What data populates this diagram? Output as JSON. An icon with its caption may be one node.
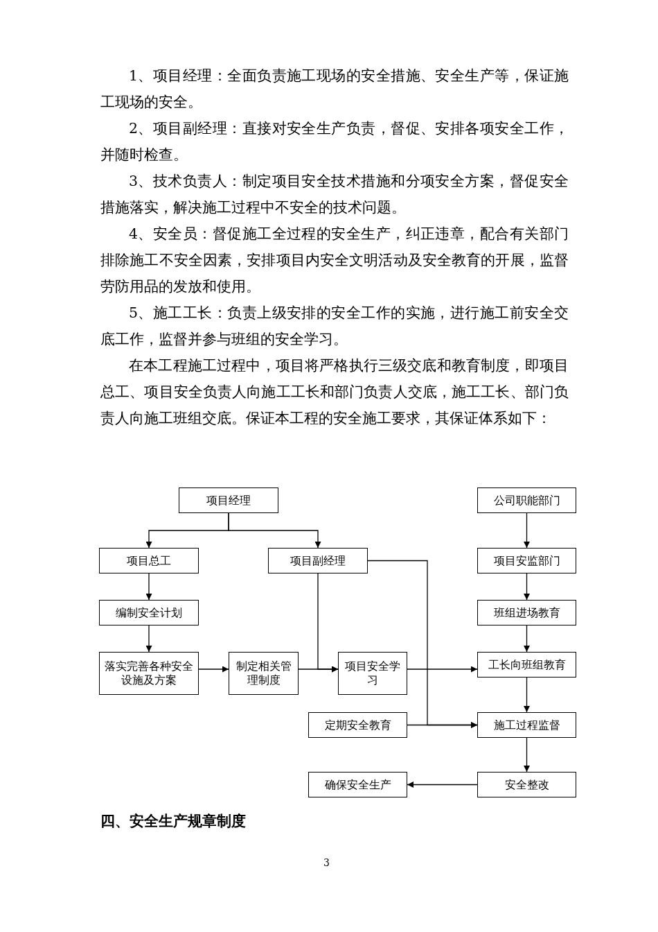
{
  "diagram": {
    "nodes": [
      {
        "text": [
          "项目经理"
        ]
      },
      {
        "text": [
          "公司职能部门"
        ]
      },
      {
        "text": [
          "项目总工"
        ]
      },
      {
        "text": [
          "项目副经理"
        ]
      },
      {
        "text": [
          "项目安监部门"
        ]
      },
      {
        "text": [
          "编制安全计划"
        ]
      },
      {
        "text": [
          "班组进场教育"
        ]
      },
      {
        "text": [
          "落实完善各种安全设施及方案"
        ]
      },
      {
        "text": [
          "制定相关管理制度"
        ]
      },
      {
        "text": [
          "项目安全学习"
        ]
      },
      {
        "text": [
          "工长向班组教育"
        ]
      },
      {
        "text": [
          "定期安全教育"
        ]
      },
      {
        "text": [
          "施工过程监督"
        ]
      },
      {
        "text": [
          "确保安全生产"
        ]
      },
      {
        "text": [
          "安全整改"
        ]
      }
    ],
    "edges": [
      {
        "from": 0,
        "to": 2,
        "arrow": "to"
      },
      {
        "from": 0,
        "to": 3,
        "arrow": "to"
      },
      {
        "from": 1,
        "to": 4,
        "arrow": "to"
      },
      {
        "from": 2,
        "to": 5,
        "arrow": "to"
      },
      {
        "from": 5,
        "to": 7,
        "arrow": "to"
      },
      {
        "from": 7,
        "to": 8,
        "arrow": "to"
      },
      {
        "from": 8,
        "to": 9,
        "arrow": "to"
      },
      {
        "from": 3,
        "to": 9,
        "arrow": "to"
      },
      {
        "from": 9,
        "to": 10,
        "arrow": "to"
      },
      {
        "from": 3,
        "to": 12,
        "arrow": "to"
      },
      {
        "from": 11,
        "to": 12,
        "arrow": "to"
      },
      {
        "from": 4,
        "to": 6,
        "arrow": "to"
      },
      {
        "from": 6,
        "to": 10,
        "arrow": "to"
      },
      {
        "from": 10,
        "to": 12,
        "arrow": "to"
      },
      {
        "from": 12,
        "to": 14,
        "arrow": "to"
      },
      {
        "from": 14,
        "to": 13,
        "arrow": "to"
      }
    ],
    "labels": [
      "1、项目经理：全面负责施工现场的安全措施、安全生产等，保证施工现场的安全。",
      "2、项目副经理：直接对安全生产负责，督促、安排各项安全工作，并随时检查。",
      "3、技术负责人：制定项目安全技术措施和分项安全方案，督促安全措施落实，解决施工过程中不安全的技术问题。",
      "4、安全员：督促施工全过程的安全生产，纠正违章，配合有关部门排除施工不安全因素，安排项目内安全文明活动及安全教育的开展，监督劳防用品的发放和使用。",
      "5、施工工长：负责上级安排的安全工作的实施，进行施工前安全交底工作，监督并参与班组的安全学习。",
      "在本工程施工过程中，项目将严格执行三级交底和教育制度，即项目总工、项目安全负责人向施工工长和部门负责人交底，施工工长、部门负责人向施工班组交底。保证本工程的安全施工要求，其保证体系如下：",
      "四、安全生产规章制度",
      "3"
    ]
  }
}
